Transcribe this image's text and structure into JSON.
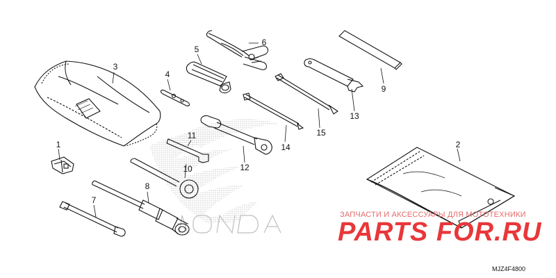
{
  "diagram": {
    "code": "MJZ4F4800",
    "callouts": [
      {
        "id": "1",
        "label": "1"
      },
      {
        "id": "2",
        "label": "2"
      },
      {
        "id": "3",
        "label": "3"
      },
      {
        "id": "4",
        "label": "4"
      },
      {
        "id": "5",
        "label": "5"
      },
      {
        "id": "6",
        "label": "6"
      },
      {
        "id": "7",
        "label": "7"
      },
      {
        "id": "8",
        "label": "8"
      },
      {
        "id": "9",
        "label": "9"
      },
      {
        "id": "10",
        "label": "10"
      },
      {
        "id": "11",
        "label": "11"
      },
      {
        "id": "12",
        "label": "12"
      },
      {
        "id": "13",
        "label": "13"
      },
      {
        "id": "14",
        "label": "14"
      },
      {
        "id": "15",
        "label": "15"
      }
    ]
  },
  "watermark": {
    "tagline": "ЗАПЧАСТИ И АКСЕССУАРЫ ДЛЯ МОТОТЕХНИКИ",
    "brand": "PARTS FOR.RU",
    "logo_text": "HONDA",
    "color": "#e8373a"
  },
  "colors": {
    "line": "#111111",
    "background": "#ffffff",
    "logo_dots": "#c8c8c8"
  }
}
